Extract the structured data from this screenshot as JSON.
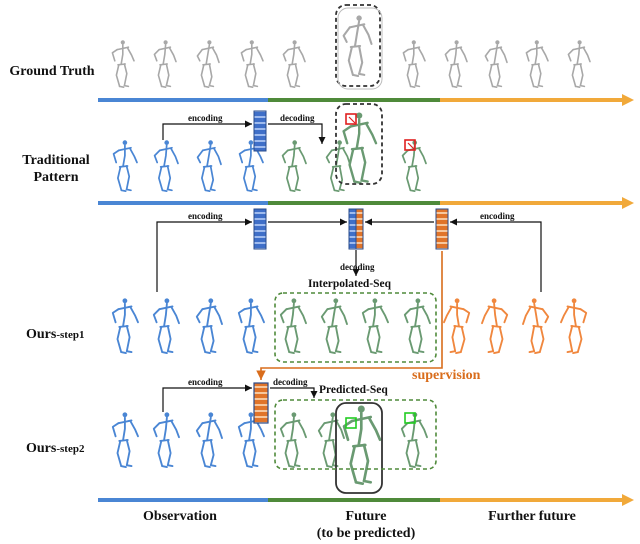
{
  "rows": {
    "ground_truth": "Ground Truth",
    "traditional_line1": "Traditional",
    "traditional_line2": "Pattern",
    "ours_step1_main": "Ours",
    "ours_step1_sub": "-step1",
    "ours_step2_main": "Ours",
    "ours_step2_sub": "-step2"
  },
  "arrows": {
    "encoding": "encoding",
    "decoding": "decoding",
    "supervision": "supervision"
  },
  "sequences": {
    "interpolated": "Interpolated-Seq",
    "predicted": "Predicted-Seq"
  },
  "timeline": {
    "observation": "Observation",
    "future_line1": "Future",
    "future_line2": "(to be predicted)",
    "further_future": "Further future"
  },
  "colors": {
    "observation": "#4a86d4",
    "future": "#4f8a3a",
    "further_future": "#f1a93a",
    "ground_truth_figure": "#a8a8a8",
    "prediction_figure": "#6a9a72",
    "further_figure": "#f0873e",
    "supervision": "#d96d1c",
    "error_box": "#e02020",
    "good_box": "#22cc22"
  }
}
